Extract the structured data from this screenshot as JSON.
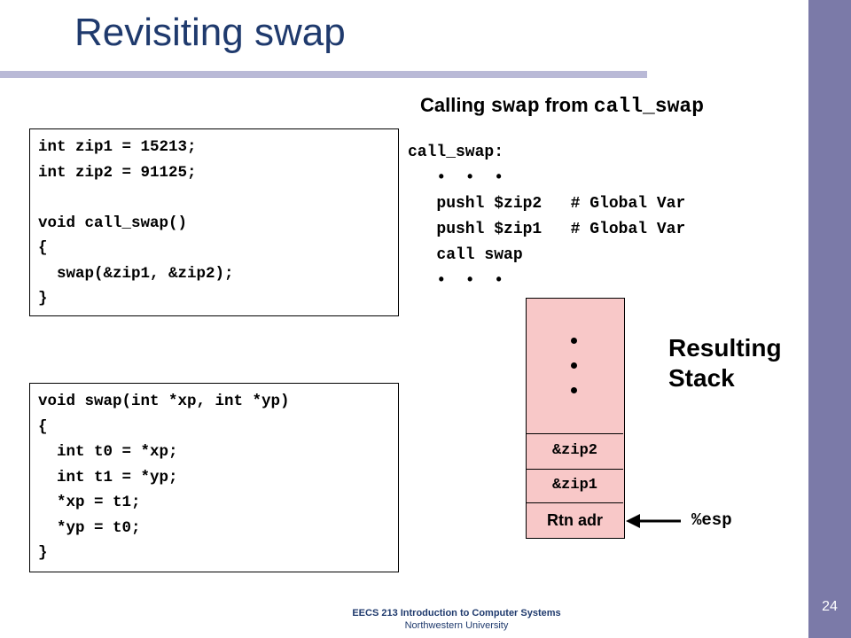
{
  "slide": {
    "title": "Revisiting swap",
    "page_number": "24",
    "footer_line1": "EECS 213 Introduction to Computer Systems",
    "footer_line2": "Northwestern University"
  },
  "subheading": {
    "prefix": "Calling ",
    "func1": "swap",
    "middle": " from ",
    "func2": "call_swap"
  },
  "code_top": [
    "int zip1 = 15213;",
    "int zip2 = 91125;",
    "",
    "void call_swap()",
    "{",
    "  swap(&zip1, &zip2);",
    "}"
  ],
  "code_bottom": [
    "void swap(int *xp, int *yp)",
    "{",
    "  int t0 = *xp;",
    "  int t1 = *yp;",
    "  *xp = t1;",
    "  *yp = t0;",
    "}"
  ],
  "assembly": [
    "call_swap:",
    "   •  •  •",
    "   pushl $zip2   # Global Var",
    "   pushl $zip1   # Global Var",
    "   call swap",
    "   •  •  •"
  ],
  "stack": {
    "label": "Resulting Stack",
    "label_line1": "Resulting",
    "label_line2": "Stack",
    "cells": [
      "&zip2",
      "&zip1",
      "Rtn adr"
    ],
    "pointer_label": "%esp"
  },
  "colors": {
    "title": "#1f3a6d",
    "sidebar": "#7b7aa8",
    "rule": "#b9b9d6",
    "stack_fill": "#f8c8c8"
  }
}
